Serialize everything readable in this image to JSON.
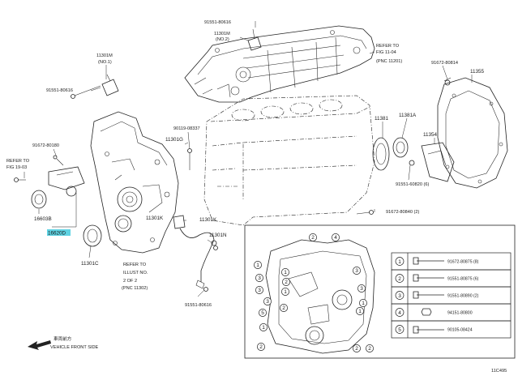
{
  "diagram_code": "11C495",
  "direction": {
    "arrow_icon": "arrow-left-icon",
    "label_jp": "車両前方",
    "label_en": "VEHICLE FRONT SIDE"
  },
  "labels": {
    "p91551_80616_top": "91551-80616",
    "p11301M": "11301M",
    "p11301M_no": "(NO.2)",
    "refer_fig_top": "REFER TO",
    "refer_fig_top_2": "FIG 11-04",
    "refer_fig_top_3": "(PNC 11201)",
    "p11301M_left": "11301M",
    "p11301M_left_no": "(NO.1)",
    "p91551_80616_left": "91551-80616",
    "p91672_80814": "91672-80814",
    "p11355": "11355",
    "p91672_80180": "91672-80180",
    "refer_fig_left": "REFER TO",
    "refer_fig_left_2": "FIG 19-03",
    "p90119_08337": "90119-08337",
    "p11301G": "11301G",
    "p11381": "11381",
    "p11381A": "11381A",
    "p11354": "11354",
    "p16603B": "16603B",
    "p16620D": "16620D",
    "p91551_60820": "91551-60820 (6)",
    "p91672_80840": "91672-80840 (2)",
    "p11301K": "11301K",
    "p11301N": "11301N",
    "p11301C": "11301C",
    "refer_illust": "REFER TO",
    "refer_illust_2": "ILLUST NO.",
    "refer_illust_3": "2 OF 2",
    "refer_illust_4": "(PNC 11302)",
    "p91551_80616_bottom": "91551-80616"
  },
  "callouts": [
    {
      "n": "2"
    },
    {
      "n": "4"
    },
    {
      "n": "1"
    },
    {
      "n": "3"
    },
    {
      "n": "3"
    },
    {
      "n": "5"
    },
    {
      "n": "1"
    },
    {
      "n": "3"
    },
    {
      "n": "1"
    },
    {
      "n": "2"
    },
    {
      "n": "1"
    },
    {
      "n": "2"
    },
    {
      "n": "2"
    },
    {
      "n": "3"
    },
    {
      "n": "3"
    },
    {
      "n": "1"
    },
    {
      "n": "1"
    },
    {
      "n": "2"
    },
    {
      "n": "2"
    }
  ],
  "legend": [
    {
      "n": "1",
      "part": "91672-80875 (8)"
    },
    {
      "n": "2",
      "part": "91551-80875 (6)"
    },
    {
      "n": "3",
      "part": "91551-80890 (2)"
    },
    {
      "n": "4",
      "part": "94151-80800"
    },
    {
      "n": "5",
      "part": "90105-08424"
    }
  ]
}
